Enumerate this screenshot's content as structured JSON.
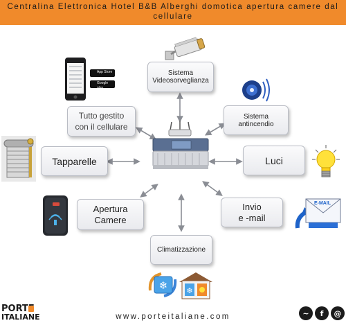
{
  "header": {
    "title": "Centralina Elettronica Hotel B&B Alberghi domotica apertura camere dal cellulare"
  },
  "nodes": {
    "videosorveglianza": "Sistema\nVideosorveglianza",
    "cellulare": "Tutto gestito\ncon il cellulare",
    "antincendio": "Sistema\nantincendio",
    "tapparelle": "Tapparelle",
    "luci": "Luci",
    "apertura_camere": "Apertura\nCamere",
    "email": "Invio\ne -mail",
    "climatizzazione": "Climatizzazione"
  },
  "app_badges": {
    "app_store": "App Store",
    "google_play": "Google play"
  },
  "email_icon_text": "E-MAIL",
  "footer": {
    "url": "www.porteitaliane.com",
    "logo_line1": "PORTE",
    "logo_line2": "ITALIANE",
    "social": [
      "~",
      "f",
      "@"
    ]
  },
  "colors": {
    "banner": "#f08a2b",
    "box_border": "#b9bcc4",
    "arrow": "#8a8d94"
  }
}
